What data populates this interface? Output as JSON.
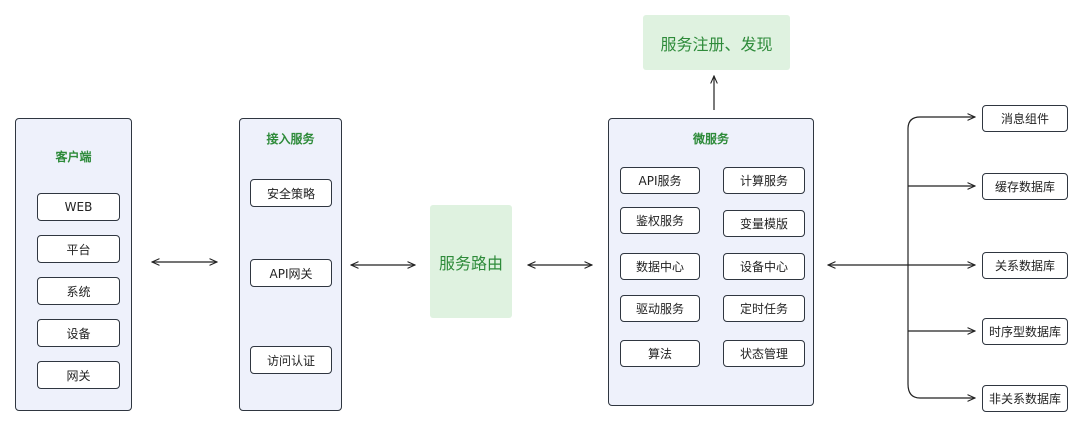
{
  "client": {
    "title": "客户端",
    "items": [
      "WEB",
      "平台",
      "系统",
      "设备",
      "网关"
    ]
  },
  "access": {
    "title": "接入服务",
    "strategy": "安全策略",
    "gateway": "API网关",
    "auth": "访问认证"
  },
  "routing": {
    "label": "服务路由"
  },
  "registry": {
    "label": "服务注册、发现"
  },
  "micro": {
    "title": "微服务",
    "left": [
      "API服务",
      "鉴权服务",
      "数据中心",
      "驱动服务",
      "算法"
    ],
    "right": [
      "计算服务",
      "变量模版",
      "设备中心",
      "定时任务",
      "状态管理"
    ]
  },
  "storage": [
    "消息组件",
    "缓存数据库",
    "关系数据库",
    "时序型数据库",
    "非关系数据库"
  ],
  "colors": {
    "panel_bg": "#eef1fb",
    "accent_green": "#2e8b3a",
    "green_bg": "#dff2e0",
    "stroke": "#2f3640"
  }
}
